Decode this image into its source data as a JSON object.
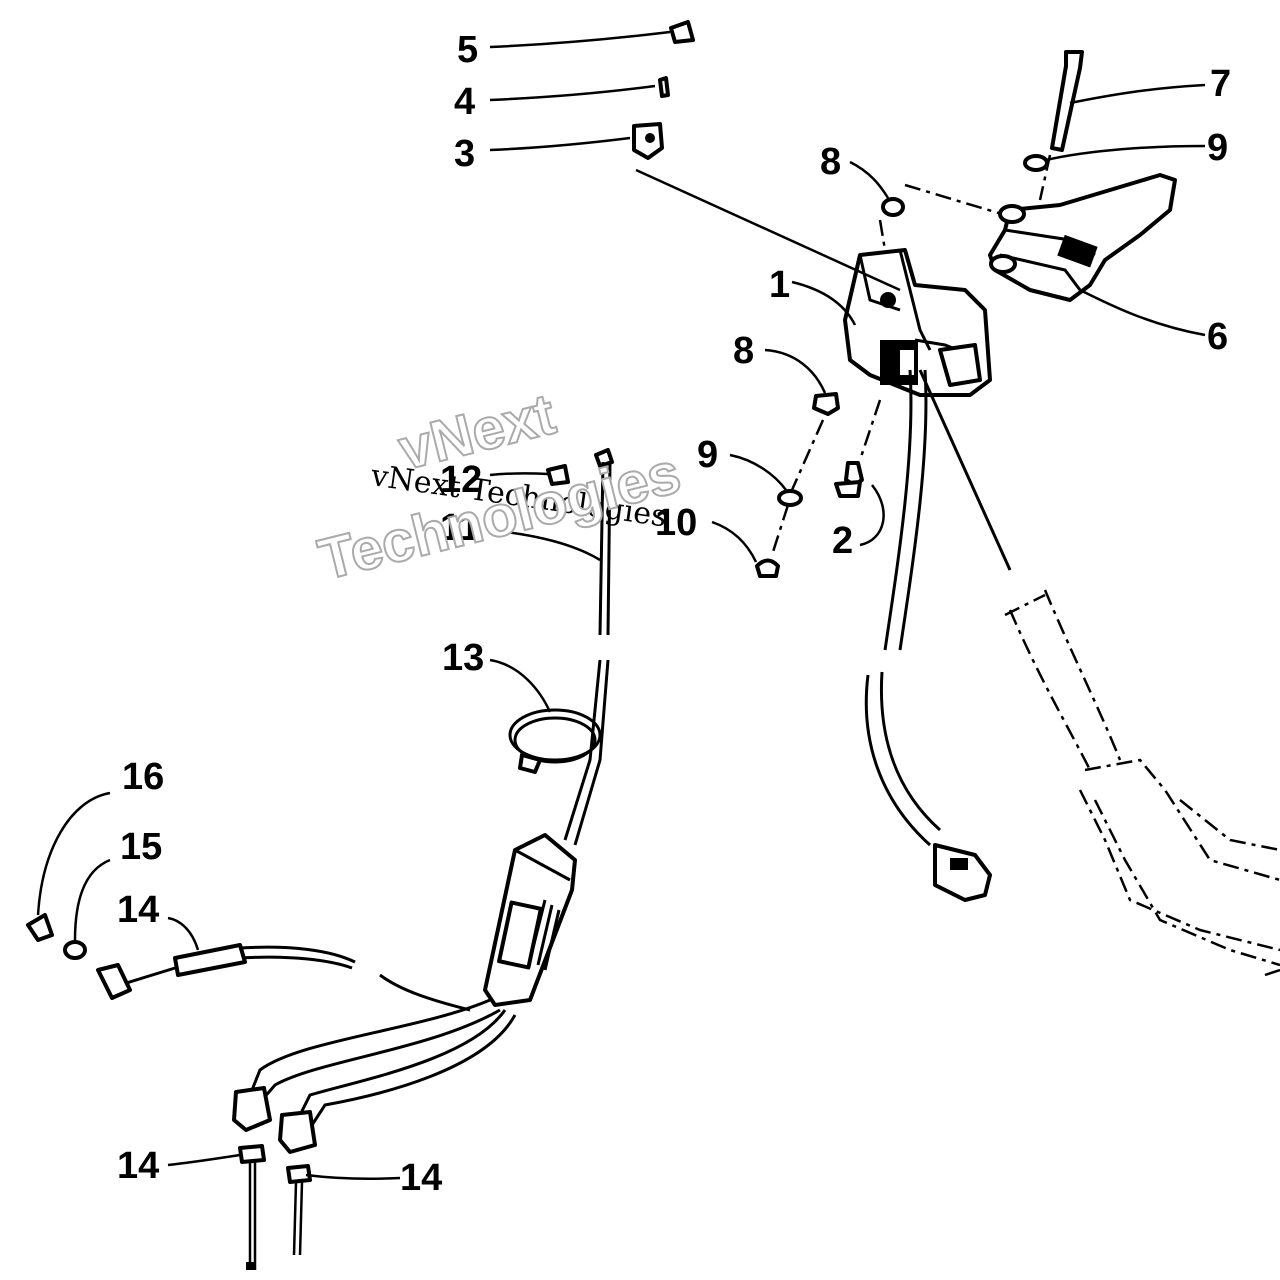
{
  "diagram": {
    "labels": [
      "1",
      "2",
      "3",
      "4",
      "5",
      "6",
      "7",
      "8",
      "8",
      "9",
      "9",
      "10",
      "11",
      "12",
      "13",
      "14",
      "14",
      "14",
      "15",
      "16"
    ],
    "watermark": {
      "small": "vNext Technologies",
      "big_line1": "vNext",
      "big_line2": "Technologies"
    }
  }
}
